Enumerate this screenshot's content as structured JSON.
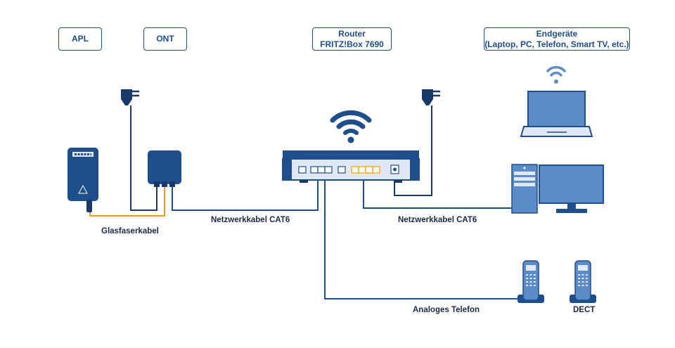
{
  "headers": {
    "apl": "APL",
    "ont": "ONT",
    "router_line1": "Router",
    "router_line2": "FRITZ!Box 7690",
    "endgeraete_line1": "Endgeräte",
    "endgeraete_line2": "(Laptop, PC, Telefon, Smart TV, etc.)"
  },
  "labels": {
    "glasfaser": "Glasfaserkabel",
    "netz_left": "Netzwerkkabel CAT6",
    "netz_right": "Netzwerkkabel CAT6",
    "analog": "Analoges Telefon",
    "dect": "DECT"
  },
  "icons": [
    "apl-device-icon",
    "ont-device-icon",
    "power-plug-icon",
    "router-icon",
    "wifi-icon",
    "laptop-icon",
    "desktop-pc-icon",
    "cordless-phone-icon",
    "dect-phone-icon"
  ],
  "colors": {
    "navy": "#1f4e8c",
    "dark_navy": "#183a6b",
    "light_blue": "#5b8bc9",
    "fiber_orange": "#f39a1d",
    "port_yellow": "#f5b324"
  }
}
